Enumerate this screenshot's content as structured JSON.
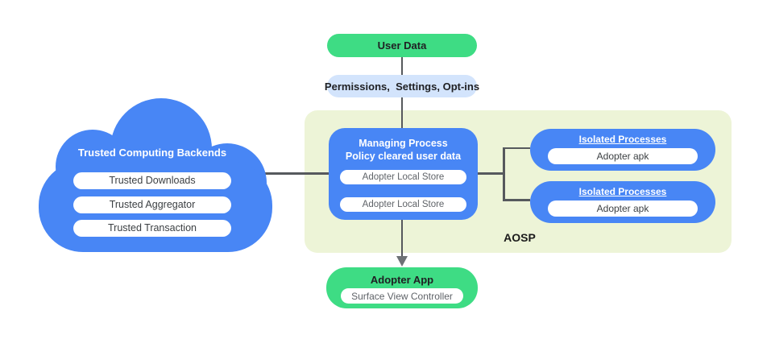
{
  "colors": {
    "blue": "#4886f5",
    "green": "#3edc84",
    "light_blue": "#d3e4fc",
    "aosp_background": "#edf4d7",
    "connector_gray": "#56595d",
    "dark_text": "#202124",
    "pill_text_gray": "#5f6368",
    "white": "#ffffff"
  },
  "nodes": {
    "user_data": {
      "label": "User Data"
    },
    "permissions": {
      "label": "Permissions,  Settings, Opt-ins"
    },
    "cloud": {
      "title": "Trusted Computing Backends",
      "items": [
        "Trusted Downloads",
        "Trusted Aggregator",
        "Trusted Transaction"
      ]
    },
    "aosp": {
      "label": "AOSP"
    },
    "managing": {
      "title_line1": "Managing Process",
      "title_line2": "Policy cleared user data",
      "items": [
        "Adopter Local Store",
        "Adopter Local Store"
      ]
    },
    "isolated": [
      {
        "title": "Isolated Processes",
        "item": "Adopter apk"
      },
      {
        "title": "Isolated Processes",
        "item": "Adopter apk"
      }
    ],
    "adopter_app": {
      "title": "Adopter App",
      "item": "Surface View Controller"
    }
  }
}
